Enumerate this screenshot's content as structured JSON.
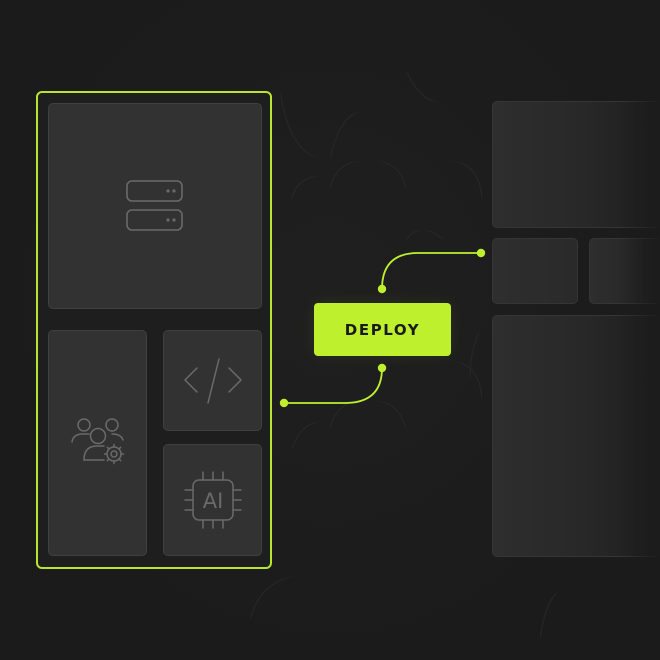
{
  "diagram": {
    "colors": {
      "background": "#1b1b1b",
      "accent": "#bef02d",
      "card": "#323232",
      "icon_stroke": "#6a6a6a"
    },
    "source_group": {
      "cards": [
        {
          "id": "servers",
          "icon": "server-stack-icon"
        },
        {
          "id": "team-settings",
          "icon": "users-gear-icon"
        },
        {
          "id": "code",
          "icon": "code-icon"
        },
        {
          "id": "ai",
          "icon": "ai-chip-icon",
          "icon_label": "AI"
        }
      ]
    },
    "action": {
      "label": "DEPLOY"
    },
    "target_group": {
      "cards": [
        {
          "id": "target-top"
        },
        {
          "id": "target-middle-left"
        },
        {
          "id": "target-middle-right"
        },
        {
          "id": "target-bottom"
        }
      ]
    },
    "connectors": [
      {
        "from": "source_group",
        "to": "action"
      },
      {
        "from": "action",
        "to": "target_group"
      }
    ]
  }
}
